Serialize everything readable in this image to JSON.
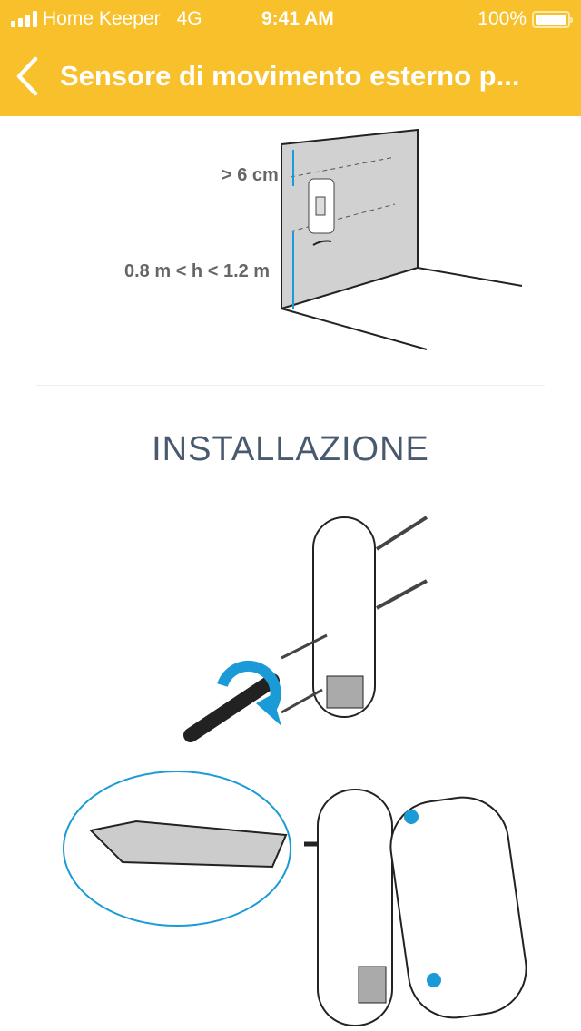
{
  "status_bar": {
    "carrier": "Home Keeper",
    "network": "4G",
    "time": "9:41 AM",
    "battery": "100%"
  },
  "header": {
    "title": "Sensore di movimento esterno p..."
  },
  "diagram": {
    "label_top": "> 6 cm",
    "label_height": "0.8 m < h < 1.2 m"
  },
  "section": {
    "title": "INSTALLAZIONE"
  },
  "colors": {
    "header": "#F8C12C",
    "accent": "#1a9ad6"
  }
}
